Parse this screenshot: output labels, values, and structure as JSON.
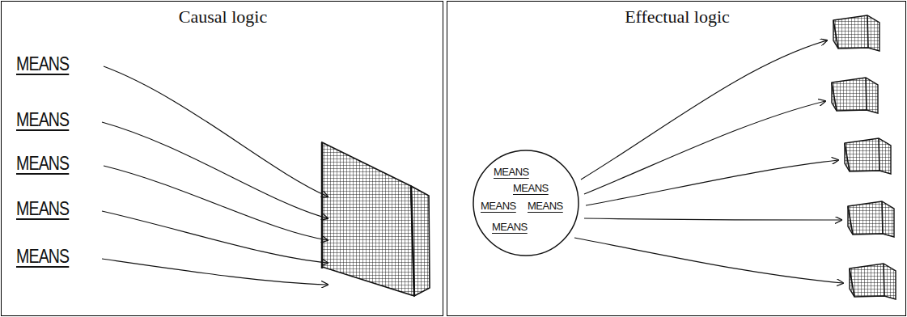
{
  "diagram": {
    "nodes": [
      {
        "text": [
          "Causal logic",
          "MEANS",
          "MEANS",
          "MEANS",
          "MEANS",
          "MEANS"
        ]
      },
      {
        "text": [
          "Effectual logic"
        ]
      },
      {
        "text": [
          "MEANS",
          "MEANS",
          "MEANS",
          "MEANS",
          "MEANS"
        ],
        "in": 1
      }
    ]
  }
}
